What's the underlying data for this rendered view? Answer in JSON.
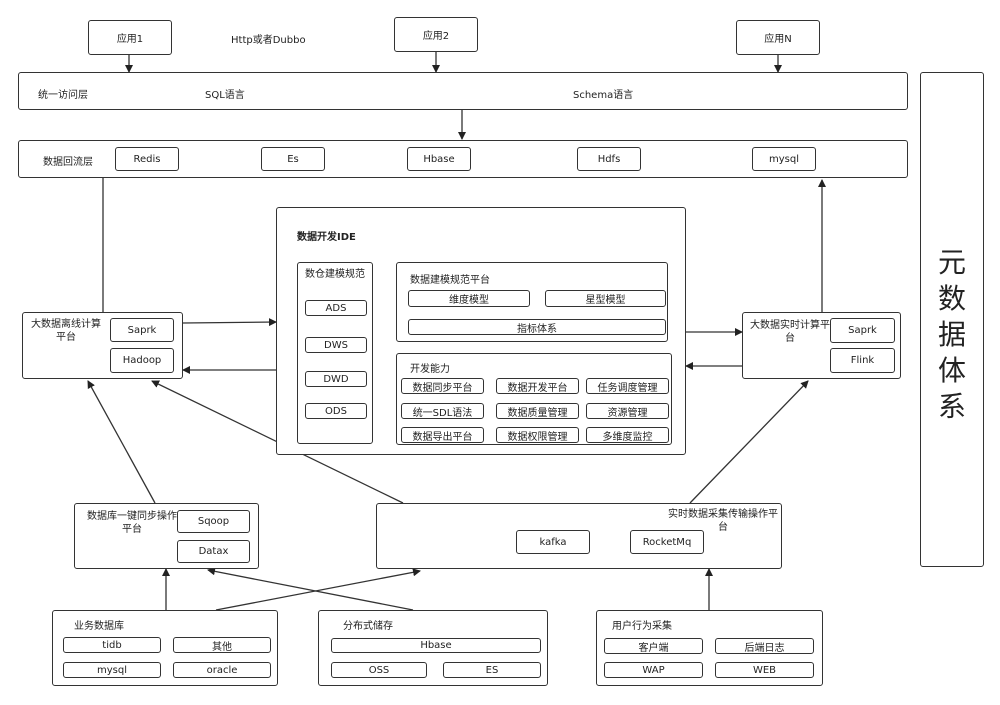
{
  "apps": [
    "应用1",
    "应用2",
    "应用N"
  ],
  "protocol_label": "Http或者Dubbo",
  "access_layer": {
    "title": "统一访问层",
    "sql": "SQL语言",
    "schema": "Schema语言"
  },
  "reflux_layer": {
    "title": "数据回流层",
    "items": [
      "Redis",
      "Es",
      "Hbase",
      "Hdfs",
      "mysql"
    ]
  },
  "ide": {
    "title": "数据开发IDE",
    "warehouse": {
      "title": "数仓建模规范",
      "layers": [
        "ADS",
        "DWS",
        "DWD",
        "ODS"
      ]
    },
    "modeling": {
      "title": "数据建模规范平台",
      "items": [
        "维度模型",
        "星型模型",
        "指标体系"
      ]
    },
    "dev": {
      "title": "开发能力",
      "items": [
        "数据同步平台",
        "数据开发平台",
        "任务调度管理",
        "统一SDL语法",
        "数据质量管理",
        "资源管理",
        "数据导出平台",
        "数据权限管理",
        "多维度监控"
      ]
    }
  },
  "offline": {
    "title": "大数据离线计算平台",
    "items": [
      "Saprk",
      "Hadoop"
    ]
  },
  "realtime": {
    "title": "大数据实时计算平台",
    "items": [
      "Saprk",
      "Flink"
    ]
  },
  "db_sync": {
    "title": "数据库一键同步操作平台",
    "items": [
      "Sqoop",
      "Datax"
    ]
  },
  "rt_collect": {
    "title": "实时数据采集传输操作平台",
    "items": [
      "kafka",
      "RocketMq"
    ]
  },
  "biz_db": {
    "title": "业务数据库",
    "items": [
      "tidb",
      "其他",
      "mysql",
      "oracle"
    ]
  },
  "dist_storage": {
    "title": "分布式储存",
    "items": [
      "Hbase",
      "OSS",
      "ES"
    ]
  },
  "user_behavior": {
    "title": "用户行为采集",
    "items": [
      "客户端",
      "后端日志",
      "WAP",
      "WEB"
    ]
  },
  "metadata": {
    "title": "元数据体系"
  }
}
